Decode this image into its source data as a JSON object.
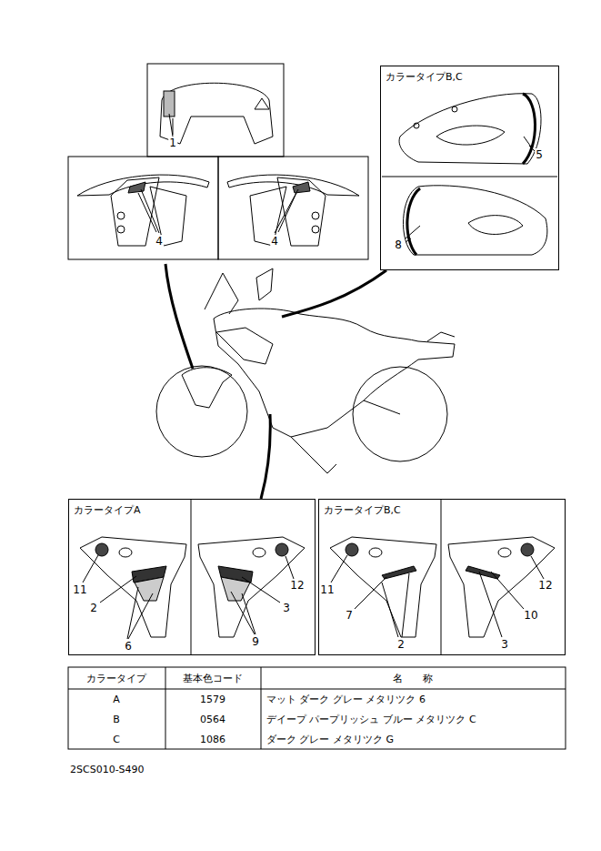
{
  "diagram": {
    "nodes": [
      {
        "text": [
          "カラータイプB,C"
        ]
      },
      {
        "text": [
          "カラータイプA"
        ]
      },
      {
        "text": [
          "カラータイプB,C"
        ]
      }
    ],
    "labels": [
      "1",
      "4",
      "4",
      "5",
      "8",
      "11",
      "2",
      "6",
      "12",
      "3",
      "9",
      "11",
      "7",
      "2",
      "12",
      "10",
      "3",
      "カラータイプ",
      "基本色コード",
      "名　　称",
      "A",
      "1579",
      "マット ダーク グレー メタリツク 6",
      "B",
      "0564",
      "デイープ パープリッシュ ブルー メタリツク C",
      "C",
      "1086",
      "ダーク グレー メタリツク G",
      "2SCS010-S490"
    ]
  }
}
